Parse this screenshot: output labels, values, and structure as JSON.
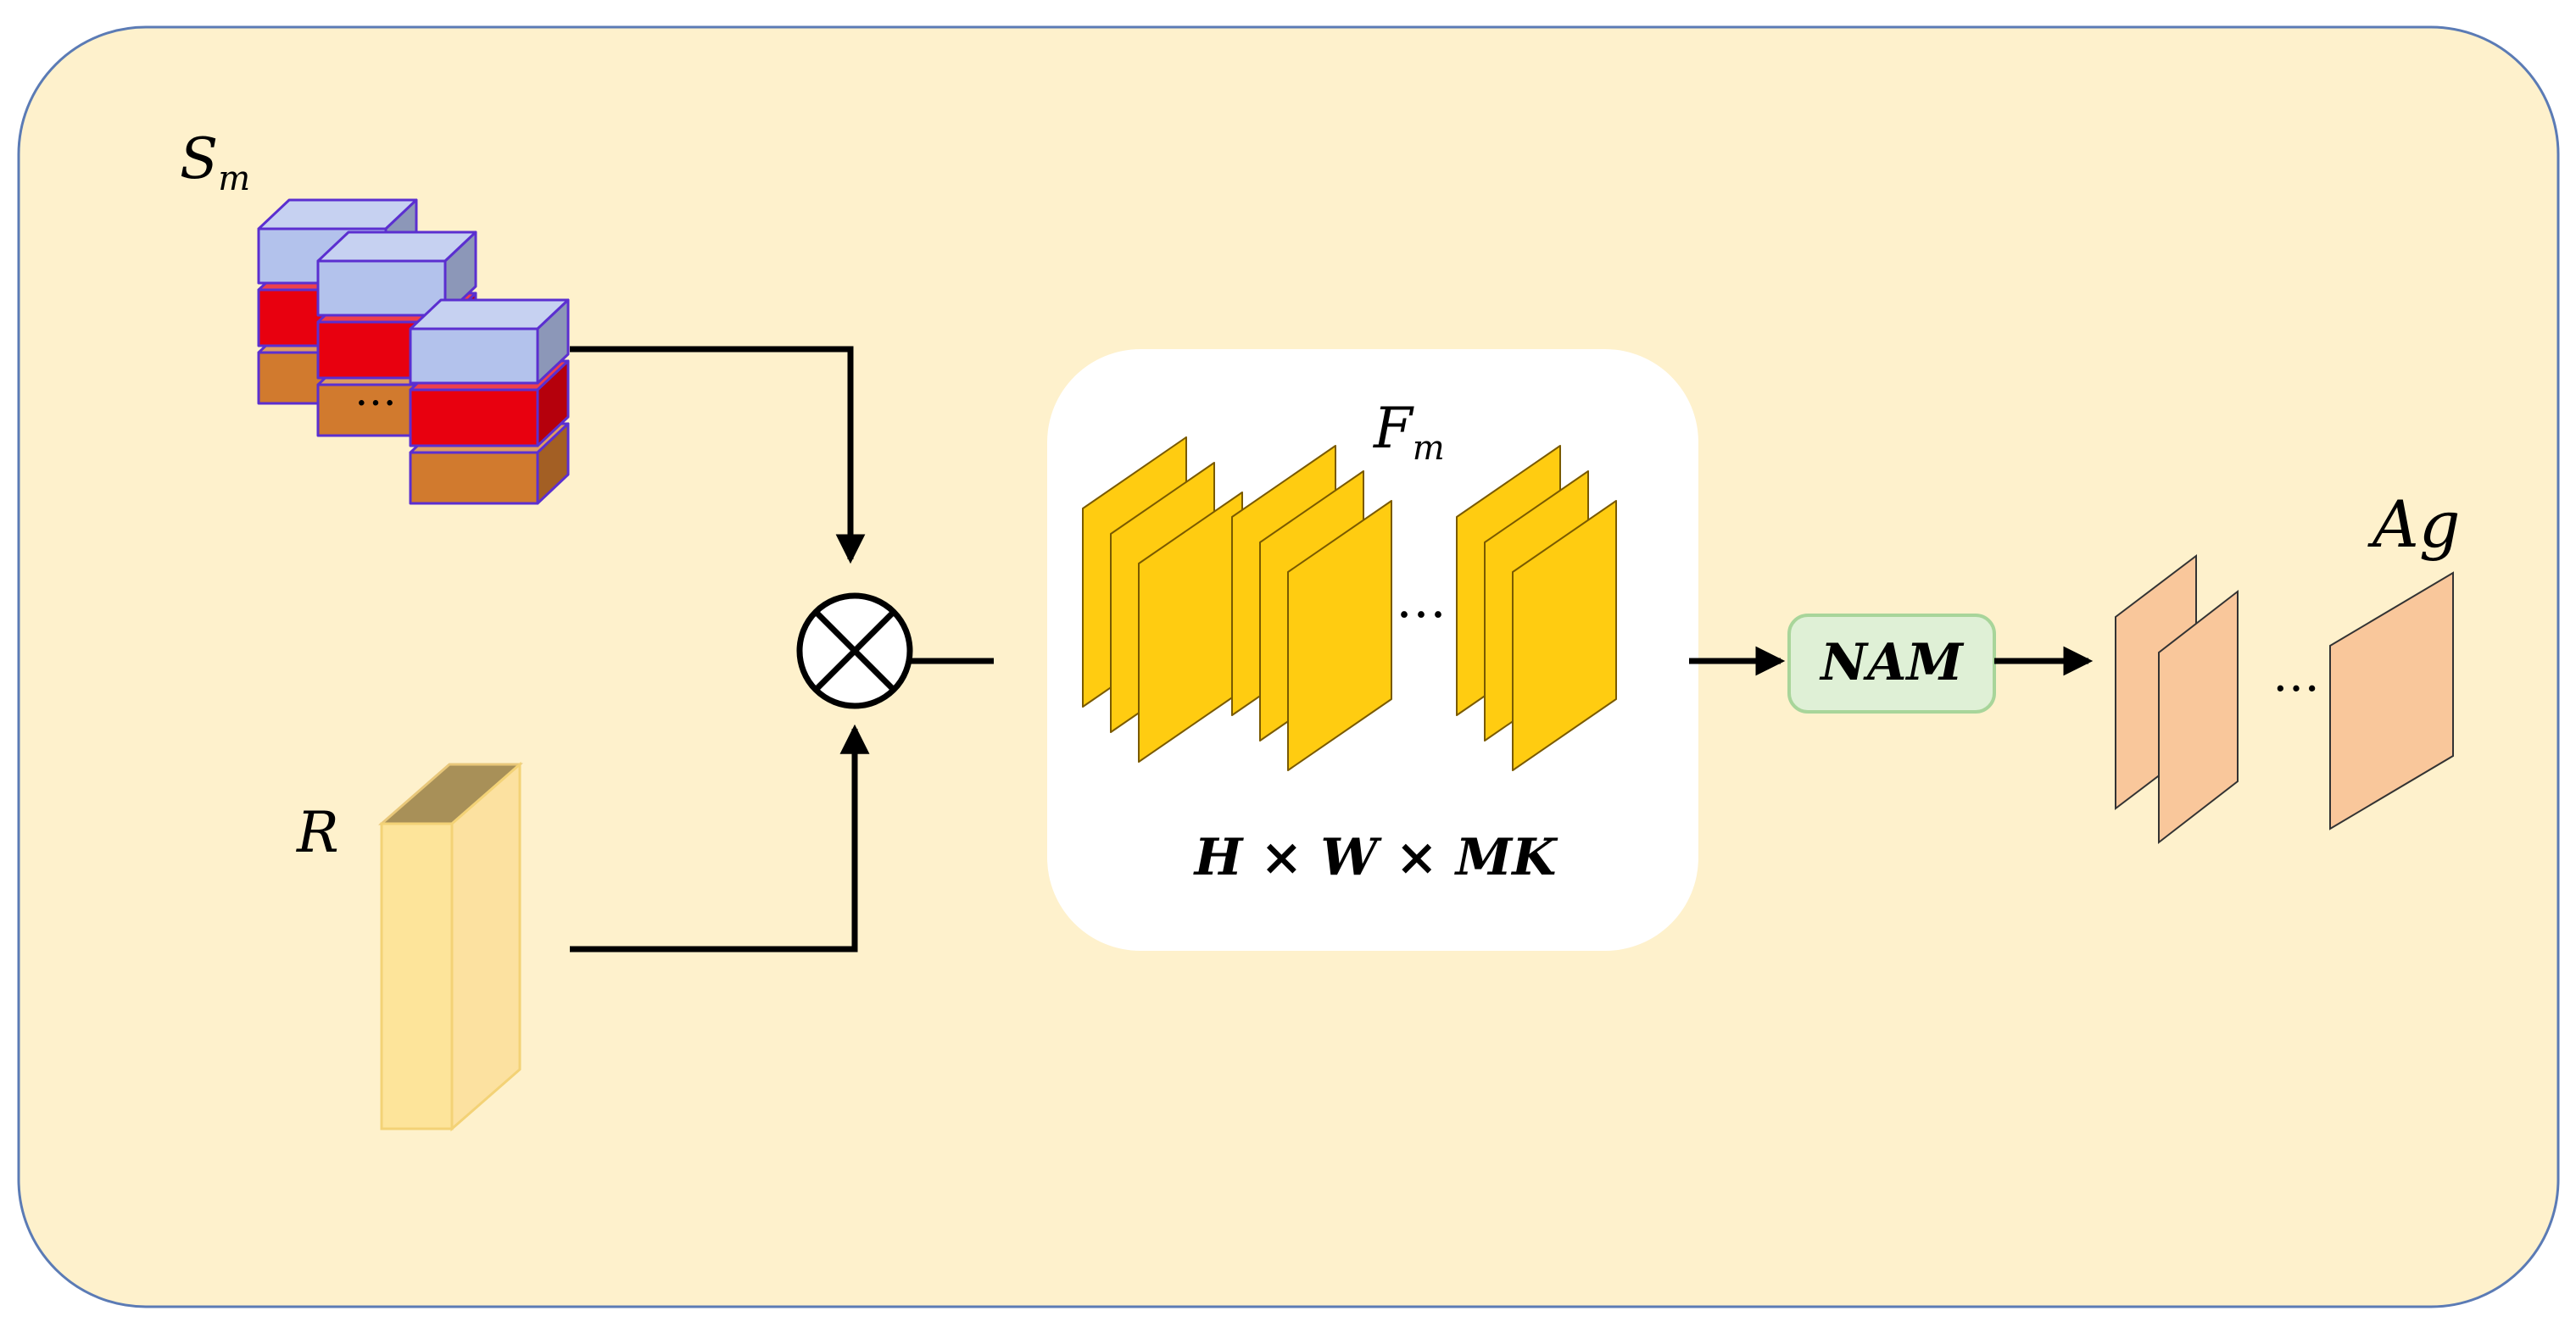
{
  "labels": {
    "s_main": "S",
    "s_sub": "m",
    "r": "R",
    "f_main": "F",
    "f_sub": "m",
    "dims": "H × W × MK",
    "nam": "NAM",
    "ag": "Ag",
    "ellipsis": "…"
  },
  "colors": {
    "panel_fill": "#FEF1CC",
    "panel_stroke": "#5B7BB5",
    "feature_yellow": "#FFCC11",
    "r_block": "#FDE49A",
    "s_light_blue": "#B3C2EC",
    "s_red": "#E8000F",
    "s_orange": "#D17A2E",
    "nam_fill": "#DFF0D6",
    "ag_peach": "#F9C79B"
  }
}
